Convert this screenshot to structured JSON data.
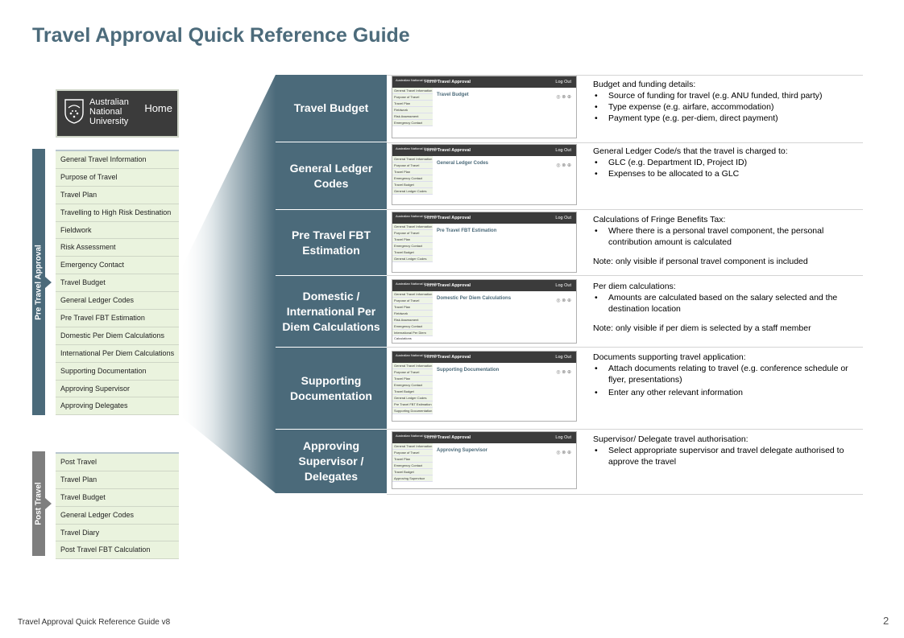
{
  "title": "Travel Approval Quick Reference Guide",
  "home_panel": {
    "university_lines": [
      "Australian",
      "National",
      "University"
    ],
    "home_label": "Home"
  },
  "pre_travel": {
    "label": "Pre Travel  Approval",
    "items": [
      "General Travel Information",
      "Purpose of Travel",
      "Travel Plan",
      "Travelling to High Risk Destination",
      "Fieldwork",
      "Risk Assessment",
      "Emergency Contact",
      "Travel Budget",
      "General Ledger Codes",
      "Pre Travel FBT Estimation",
      "Domestic Per Diem Calculations",
      "International Per Diem Calculations",
      "Supporting Documentation",
      "Approving Supervisor",
      "Approving Delegates"
    ]
  },
  "post_travel": {
    "label": "Post Travel",
    "items": [
      "Post Travel",
      "Travel Plan",
      "Travel Budget",
      "General Ledger Codes",
      "Travel Diary",
      "Post Travel FBT Calculation"
    ]
  },
  "thumb_common": {
    "uni": "Australian National University",
    "home": "Home",
    "app": "Travel Approval",
    "logout": "Log Out"
  },
  "sections": [
    {
      "title": "Travel Budget",
      "thumb_heading": "Travel Budget",
      "intro": "Budget and funding details:",
      "bullets": [
        "Source of funding for travel (e.g. ANU funded, third party)",
        "Type expense (e.g. airfare, accommodation)",
        "Payment type (e.g. per-diem, direct payment)"
      ],
      "note": ""
    },
    {
      "title": "General Ledger Codes",
      "thumb_heading": "General Ledger Codes",
      "intro": "General Ledger Code/s that the travel is charged to:",
      "bullets": [
        "GLC (e.g. Department ID, Project ID)",
        "Expenses to be allocated to a GLC"
      ],
      "note": ""
    },
    {
      "title": "Pre Travel FBT Estimation",
      "thumb_heading": "Pre Travel FBT Estimation",
      "intro": "Calculations of Fringe Benefits Tax:",
      "bullets": [
        "Where there is a personal travel component, the personal contribution amount is calculated"
      ],
      "note": "Note: only visible if personal travel component is included"
    },
    {
      "title": "Domestic / International Per Diem Calculations",
      "thumb_heading": "Domestic Per Diem Calculations",
      "intro": "Per diem calculations:",
      "bullets": [
        "Amounts are calculated based on the salary selected and the destination location"
      ],
      "note": "Note: only visible if per diem is selected by a staff member"
    },
    {
      "title": "Supporting Documentation",
      "thumb_heading": "Supporting Documentation",
      "intro": "Documents supporting travel application:",
      "bullets": [
        "Attach documents relating to travel (e.g. conference schedule or flyer, presentations)",
        "Enter any other relevant information"
      ],
      "note": ""
    },
    {
      "title": "Approving Supervisor / Delegates",
      "thumb_heading": "Approving Supervisor",
      "intro": "Supervisor/ Delegate travel authorisation:",
      "bullets": [
        "Select appropriate supervisor and travel delegate authorised to approve the travel"
      ],
      "note": ""
    }
  ],
  "footer": "Travel Approval Quick Reference Guide v8",
  "page_number": "2",
  "colors": {
    "title": "#4c6b7b",
    "section_bg": "#4b6a7a",
    "menu_bg": "#eaf3de",
    "post_bar": "#7e7e7e"
  }
}
